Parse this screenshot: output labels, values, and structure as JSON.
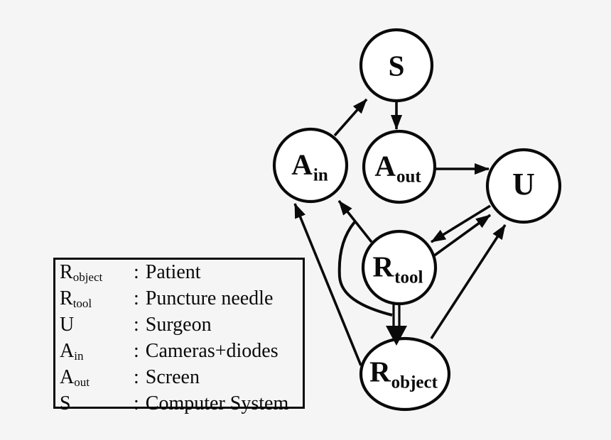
{
  "figure": {
    "type": "interaction-graph-diagram",
    "colors": {
      "background": "#f5f5f5",
      "ink": "#0a0a0a",
      "node_fill": "#ffffff"
    }
  },
  "nodes": {
    "s": {
      "label": "S"
    },
    "a_in": {
      "main": "A",
      "sub": "in"
    },
    "a_out": {
      "main": "A",
      "sub": "out"
    },
    "u": {
      "label": "U"
    },
    "r_tool": {
      "main": "R",
      "sub": "tool"
    },
    "r_object": {
      "main": "R",
      "sub": "object"
    }
  },
  "edges": [
    {
      "from": "A_in",
      "to": "S",
      "style": "arrow"
    },
    {
      "from": "S",
      "to": "A_out",
      "style": "arrow"
    },
    {
      "from": "A_out",
      "to": "U",
      "style": "arrow"
    },
    {
      "from": "U",
      "to": "R_tool",
      "style": "arrow"
    },
    {
      "from": "R_tool",
      "to": "U",
      "style": "arrow"
    },
    {
      "from": "R_object",
      "to": "U",
      "style": "arrow"
    },
    {
      "from": "R_tool",
      "to": "A_in",
      "style": "arrow"
    },
    {
      "from": "R_object",
      "to": "A_in",
      "style": "arrow"
    },
    {
      "from": "R_tool",
      "to": "R_object",
      "style": "double-shaft-arrow"
    },
    {
      "from": "R_tool-R_object-interaction",
      "to": "A_in",
      "style": "curve-joining-arrow"
    }
  ],
  "legend": {
    "colon": ":",
    "items": [
      {
        "symbol": "R",
        "subscript": "object",
        "description": "Patient"
      },
      {
        "symbol": "R",
        "subscript": "tool",
        "description": "Puncture needle"
      },
      {
        "symbol": "U",
        "subscript": "",
        "description": "Surgeon"
      },
      {
        "symbol": "A",
        "subscript": "in",
        "description": "Cameras+diodes"
      },
      {
        "symbol": "A",
        "subscript": "out",
        "description": "Screen"
      },
      {
        "symbol": "S",
        "subscript": "",
        "description": "Computer System"
      }
    ]
  }
}
